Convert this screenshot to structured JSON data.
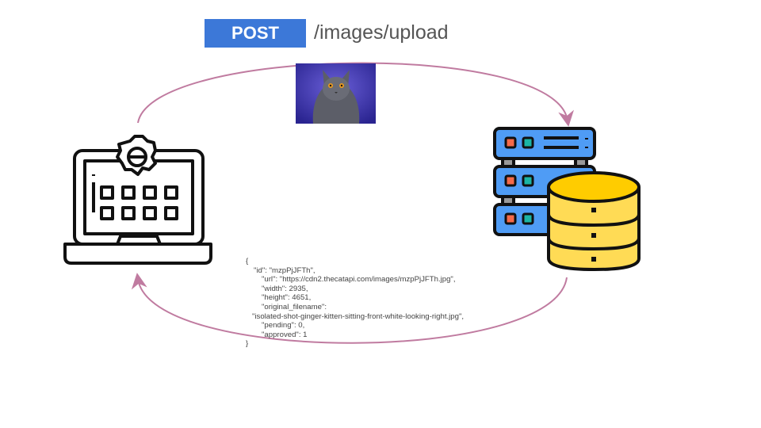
{
  "request": {
    "method": "POST",
    "endpoint": "/images/upload"
  },
  "icons": {
    "client": "laptop-gear-icon",
    "server": "server-database-icon",
    "payload": "cat-photo"
  },
  "colors": {
    "method_bg": "#3c78d8",
    "arrow": "#c07ba0",
    "server": "#4f9cf5",
    "database": "#ffd740"
  },
  "response": {
    "lines": [
      "{",
      "\"id\": \"mzpPjJFTh\",",
      "\"url\": \"https://cdn2.thecatapi.com/images/mzpPjJFTh.jpg\",",
      "\"width\": 2935,",
      "\"height\": 4651,",
      "\"original_filename\":",
      "\"isolated-shot-ginger-kitten-sitting-front-white-looking-right.jpg\",",
      "\"pending\": 0,",
      "\"approved\": 1",
      "}"
    ]
  }
}
